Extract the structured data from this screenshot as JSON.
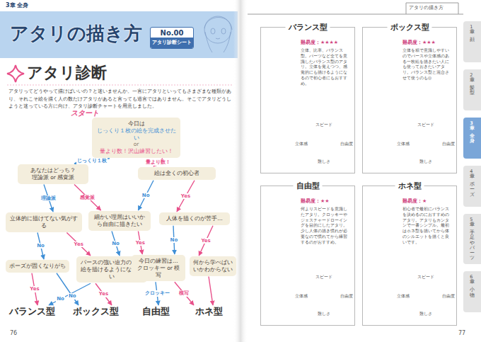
{
  "diagram": {
    "title": "アタリの描き方",
    "nodes": [
      {
        "text": [
          "No.00",
          "アタリ診断シート"
        ]
      },
      {
        "text": [
          "今日は",
          "じっくり１枚の絵を完成させたい",
          "or",
          "量より数！沢山練習したい！"
        ]
      },
      {
        "text": [
          "あなたはどっち？",
          "理論派 or 感覚派"
        ]
      },
      {
        "text": [
          "絵は全くの初心者"
        ]
      },
      {
        "text": [
          "立体的に描けてない気がする"
        ]
      },
      {
        "text": [
          "細かい理屈はいいから自由に描きたい"
        ]
      },
      {
        "text": [
          "人体を描くのが苦手…"
        ]
      },
      {
        "text": [
          "ポーズが固くなりがち"
        ]
      },
      {
        "text": [
          "パースの強い迫力のある絵を描けるようになりたい"
        ]
      },
      {
        "text": [
          "今日の練習は…",
          "クロッキー or 模写"
        ]
      },
      {
        "text": [
          "何から学べばいいかわからない"
        ]
      },
      {
        "text": [
          "バランス型"
        ]
      },
      {
        "text": [
          "ボックス型"
        ]
      },
      {
        "text": [
          "自由型"
        ]
      },
      {
        "text": [
          "ホネ型"
        ]
      },
      {
        "text": [
          "バランス型",
          "難易度：★★★★",
          "立体、比率、バランス型。パーツなど全てを意識したバランス型のアタリ。立体を覚えつつ、感覚的にも描けるようになるので初心者にもおすすめ。"
        ]
      },
      {
        "text": [
          "ボックス型",
          "難易度：★★★",
          "立体を箱で意識しやすいのでパースや立体感のある一枚絵を描きたい人にも使っておきたいアタリ。バランス型と混合させて使うのも◎"
        ]
      },
      {
        "text": [
          "自由型",
          "難易度：★★",
          "何よりスピードを意識したアタリ。クロッキーやジェスチャードローイングを目的にしたアタリ。少し人体の描き慣れが必要なので慣れてから練習するのがおすすめ。"
        ]
      },
      {
        "text": [
          "ホネ型",
          "難易度：★",
          "初心者で最初にバランスを決めるのにおすすめのアタリ。アタリもカンタンで一番シンプル。最初はホネ型を描いてから体のシルエットを描くと良いです。"
        ]
      },
      {
        "text": [
          "1章",
          "顔"
        ]
      },
      {
        "text": [
          "2章",
          "髪型"
        ]
      },
      {
        "text": [
          "3章",
          "全身"
        ]
      },
      {
        "text": [
          "4章",
          "ポーズ"
        ]
      },
      {
        "text": [
          "5章",
          "手足やパーツ"
        ]
      },
      {
        "text": [
          "6章",
          "小物"
        ]
      }
    ],
    "edges": [
      {
        "from": 1,
        "to": 2,
        "arrow": "to",
        "label": "じっくり１枚"
      },
      {
        "from": 1,
        "to": 3,
        "arrow": "to",
        "label": "量より数！"
      },
      {
        "from": 2,
        "to": 4,
        "arrow": "to",
        "label": "理論派"
      },
      {
        "from": 2,
        "to": 5,
        "arrow": "to",
        "label": "感覚派"
      },
      {
        "from": 3,
        "to": 5,
        "arrow": "to",
        "label": "No"
      },
      {
        "from": 3,
        "to": 6,
        "arrow": "to",
        "label": "Yes"
      },
      {
        "from": 4,
        "to": 7,
        "arrow": "to",
        "label": "No"
      },
      {
        "from": 4,
        "to": 8,
        "arrow": "to",
        "label": "Yes"
      },
      {
        "from": 5,
        "to": 8,
        "arrow": "to",
        "label": "No"
      },
      {
        "from": 5,
        "to": 9,
        "arrow": "to",
        "label": "Yes"
      },
      {
        "from": 6,
        "to": 9,
        "arrow": "to",
        "label": "No"
      },
      {
        "from": 6,
        "to": 10,
        "arrow": "to",
        "label": "Yes"
      },
      {
        "from": 7,
        "to": 11,
        "arrow": "to",
        "label": "Yes"
      },
      {
        "from": 7,
        "to": 12,
        "arrow": "to",
        "label": "No"
      },
      {
        "from": 8,
        "to": 11,
        "arrow": "to",
        "label": "No"
      },
      {
        "from": 8,
        "to": 12,
        "arrow": "to",
        "label": "Yes"
      },
      {
        "from": 9,
        "to": 13,
        "arrow": "to",
        "label": "クロッキー"
      },
      {
        "from": 9,
        "to": 14,
        "arrow": "to",
        "label": "模写"
      },
      {
        "from": 10,
        "to": 14,
        "arrow": "to"
      }
    ],
    "labels": [
      "3章 全身",
      "アタリ診断",
      "アタリってどうやって描けばいいの？と迷いませんか。一言にアタリといってもさまざまな種類があり、それこそ絵を描く人の数だけアタリがあると言っても過言ではありません。そこでアタリどうしようと迷っている方に向け、アタリ診断チャートを用意しました。",
      "スタート",
      "76",
      "アタリの描き方",
      "スピード",
      "自由度",
      "難しさ",
      "立体感",
      "スピード",
      "自由度",
      "難しさ",
      "立体感",
      "スピード",
      "自由度",
      "難しさ",
      "立体感",
      "スピード",
      "自由度",
      "難しさ",
      "立体感",
      "77"
    ]
  }
}
